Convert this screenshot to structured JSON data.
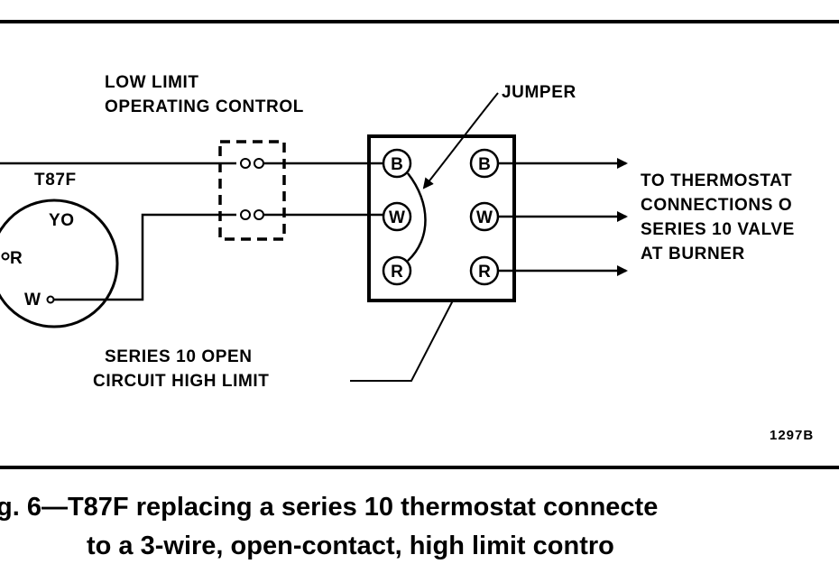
{
  "diagram": {
    "low_limit_label": [
      "LOW LIMIT",
      "OPERATING CONTROL"
    ],
    "jumper_label": "JUMPER",
    "thermostat_label": "T87F",
    "thermostat_terminals": {
      "y": "YO",
      "r": "R",
      "w": "W"
    },
    "relay_terminals_left": [
      "B",
      "W",
      "R"
    ],
    "relay_terminals_right": [
      "B",
      "W",
      "R"
    ],
    "to_thermostat_label": [
      "TO THERMOSTAT",
      "CONNECTIONS O",
      "SERIES 10 VALVE",
      "AT BURNER"
    ],
    "high_limit_label": [
      "SERIES 10 OPEN",
      "CIRCUIT HIGH LIMIT"
    ],
    "figure_code": "1297B",
    "caption_lines": [
      "g. 6—T87F replacing a series 10 thermostat connecte",
      "to a 3-wire, open-contact, high limit contro"
    ]
  }
}
